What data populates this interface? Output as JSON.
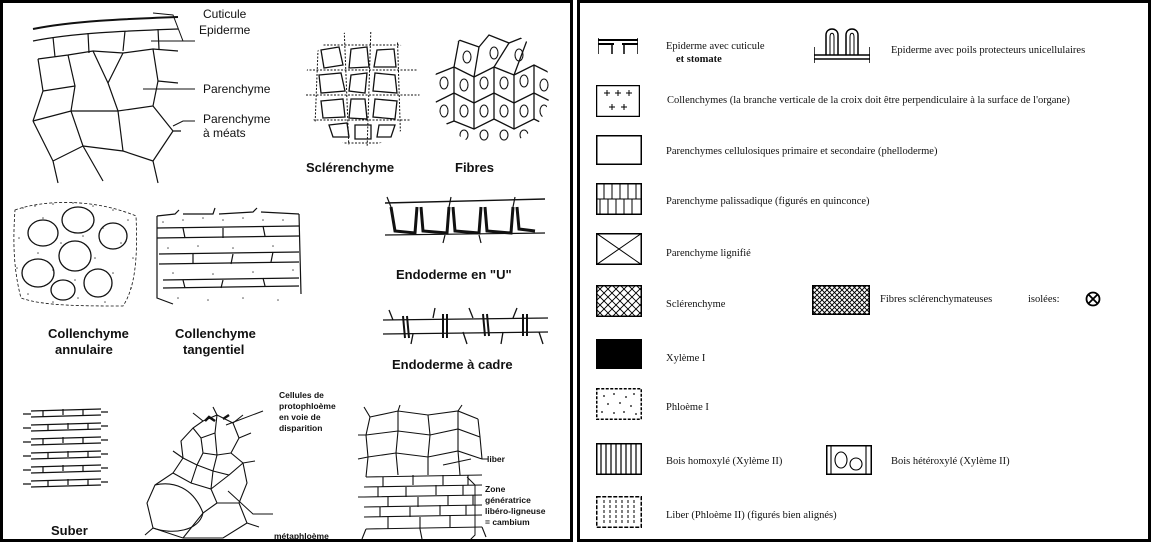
{
  "left": {
    "labels": {
      "cuticule": "Cuticule",
      "epiderme": "Epiderme",
      "parenchyme": "Parenchyme",
      "parenchyme_meats_1": "Parenchyme",
      "parenchyme_meats_2": "à méats",
      "sclerenchyme": "Sclérenchyme",
      "fibres": "Fibres",
      "endoderme_u": "Endoderme en \"U\"",
      "collenchyme_annulaire_1": "Collenchyme",
      "collenchyme_annulaire_2": "annulaire",
      "collenchyme_tangentiel_1": "Collenchyme",
      "collenchyme_tangentiel_2": "tangentiel",
      "endoderme_cadre": "Endoderme à cadre",
      "cellules_1": "Cellules de",
      "cellules_2": "protophloème",
      "cellules_3": "en voie de",
      "cellules_4": "disparition",
      "liber": "liber",
      "zone_1": "Zone",
      "zone_2": "génératrice",
      "zone_3": "libéro-ligneuse",
      "zone_4": "= cambium",
      "suber": "Suber",
      "metaphloeme": "métaphloème"
    }
  },
  "legend": {
    "epiderme_cuticule_1": "Epiderme avec cuticule",
    "epiderme_cuticule_2": "et stomate",
    "epiderme_poils": "Epiderme avec poils protecteurs unicellulaires",
    "collenchymes": "Collenchymes (la branche verticale de la croix doit être perpendiculaire à la surface de l'organe)",
    "parenchymes": "Parenchymes cellulosiques primaire et secondaire (phelloderme)",
    "palissadique": "Parenchyme palissadique (figurés en quinconce)",
    "lignifie": "Parenchyme lignifié",
    "sclerenchyme": "Sclérenchyme",
    "fibres": "Fibres sclérenchymateuses",
    "isolees": "isolées:",
    "xyleme1": "Xylème I",
    "phloeme1": "Phloème I",
    "bois_homoxyle": "Bois homoxylé (Xylème II)",
    "bois_heteroxyle": "Bois hétéroxylé (Xylème II)",
    "liber": "Liber (Phloème II) (figurés bien alignés)"
  }
}
